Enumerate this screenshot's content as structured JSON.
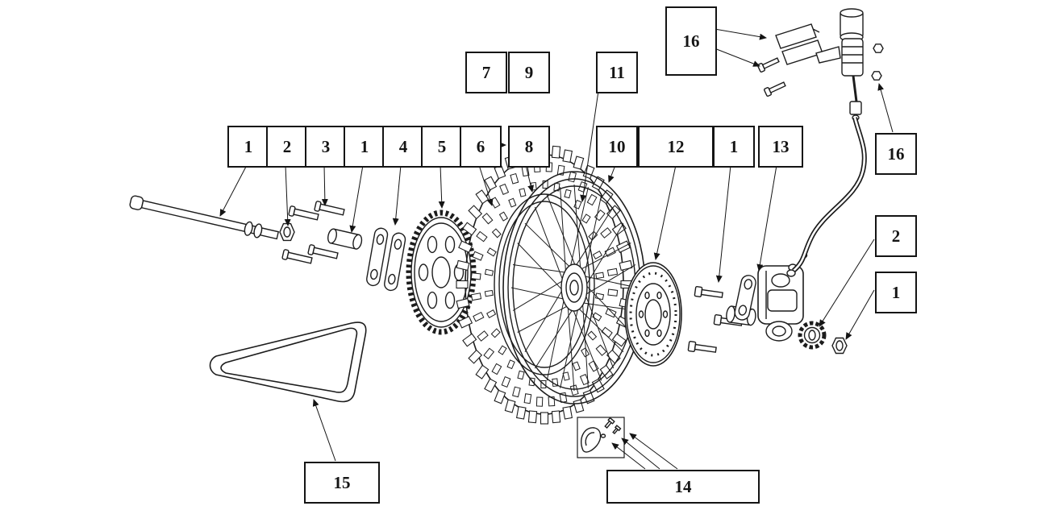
{
  "figure": {
    "type": "exploded-parts-diagram",
    "callouts": [
      {
        "label": "1"
      },
      {
        "label": "2"
      },
      {
        "label": "3"
      },
      {
        "label": "1"
      },
      {
        "label": "4"
      },
      {
        "label": "5"
      },
      {
        "label": "6"
      },
      {
        "label": "8"
      },
      {
        "label": "7"
      },
      {
        "label": "9"
      },
      {
        "label": "11"
      },
      {
        "label": "10"
      },
      {
        "label": "12"
      },
      {
        "label": "1"
      },
      {
        "label": "13"
      },
      {
        "label": "16"
      },
      {
        "label": "16"
      },
      {
        "label": "2"
      },
      {
        "label": "1"
      },
      {
        "label": "15"
      },
      {
        "label": "14"
      }
    ]
  }
}
